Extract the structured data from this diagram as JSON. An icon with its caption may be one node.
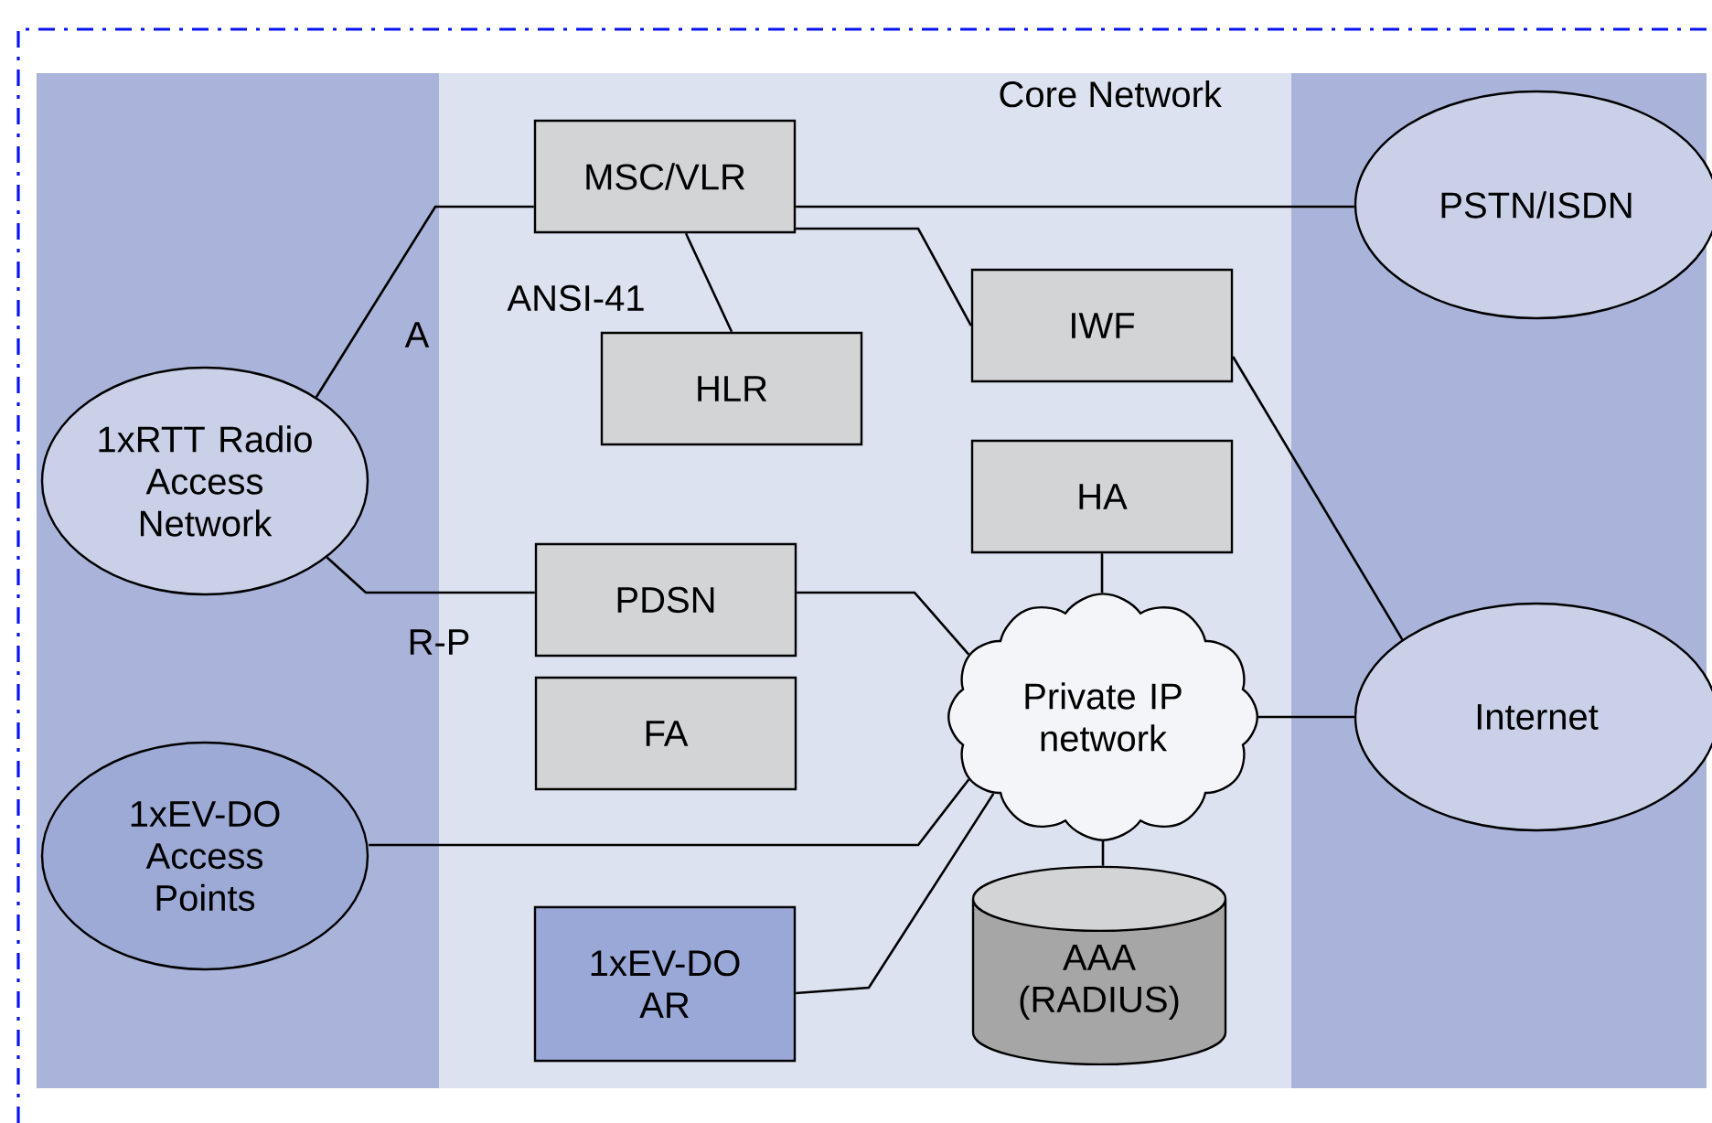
{
  "diagram": {
    "nodes": [
      {
        "text": [
          "Core Network"
        ]
      },
      {
        "text": [
          "1xRTT Radio Access Network"
        ]
      },
      {
        "text": [
          "MSC/VLR"
        ],
        "in": 0
      },
      {
        "text": [
          "HLR"
        ],
        "in": 0
      },
      {
        "text": [
          "IWF"
        ],
        "in": 0
      },
      {
        "text": [
          "PSTN/ISDN"
        ]
      },
      {
        "text": [
          "HA"
        ],
        "in": 0
      },
      {
        "text": [
          "PDSN"
        ],
        "in": 0
      },
      {
        "text": [
          "FA"
        ],
        "in": 0
      },
      {
        "text": [
          "Private IP network"
        ],
        "in": 0
      },
      {
        "text": [
          "Internet"
        ]
      },
      {
        "text": [
          "1xEV-DO Access Points"
        ]
      },
      {
        "text": [
          "1xEV-DO AR"
        ],
        "in": 0
      },
      {
        "text": [
          "AAA (RADIUS)"
        ],
        "in": 0
      }
    ],
    "edges": [
      {
        "from": 1,
        "to": 2,
        "arrow": "none",
        "label": "A"
      },
      {
        "from": 2,
        "to": 3,
        "arrow": "none",
        "label": "ANSI-41"
      },
      {
        "from": 2,
        "to": 5,
        "arrow": "none"
      },
      {
        "from": 2,
        "to": 4,
        "arrow": "none"
      },
      {
        "from": 4,
        "to": 10,
        "arrow": "none"
      },
      {
        "from": 1,
        "to": 7,
        "arrow": "none",
        "label": "R-P"
      },
      {
        "from": 7,
        "to": 9,
        "arrow": "none"
      },
      {
        "from": 6,
        "to": 9,
        "arrow": "none"
      },
      {
        "from": 9,
        "to": 10,
        "arrow": "none"
      },
      {
        "from": 11,
        "to": 9,
        "arrow": "none"
      },
      {
        "from": 12,
        "to": 9,
        "arrow": "none"
      },
      {
        "from": 9,
        "to": 13,
        "arrow": "none"
      }
    ]
  }
}
